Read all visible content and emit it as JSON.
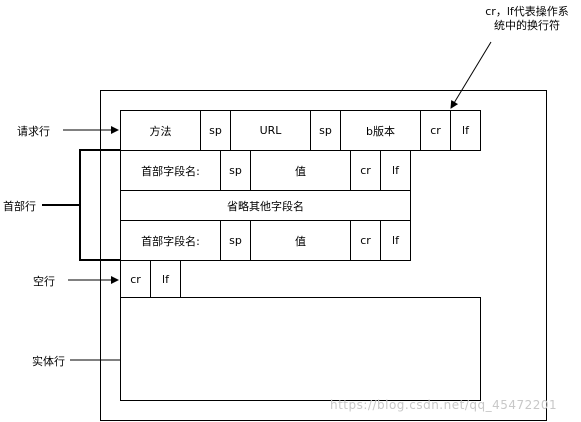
{
  "note": {
    "line1": "cr，lf代表操作系",
    "line2": "统中的换行符"
  },
  "labels": {
    "request_line": "请求行",
    "header_lines": "首部行",
    "blank_line": "空行",
    "body": "实体行"
  },
  "request_row": {
    "method": "方法",
    "sp1": "sp",
    "url": "URL",
    "sp2": "sp",
    "version": "b版本",
    "cr": "cr",
    "lf": "lf"
  },
  "header_row_1": {
    "name": "首部字段名:",
    "sp": "sp",
    "value": "值",
    "cr": "cr",
    "lf": "lf"
  },
  "omitted_row": {
    "text": "省略其他字段名"
  },
  "header_row_2": {
    "name": "首部字段名:",
    "sp": "sp",
    "value": "值",
    "cr": "cr",
    "lf": "lf"
  },
  "blank_row": {
    "cr": "cr",
    "lf": "lf"
  },
  "watermark": "https://blog.csdn.net/qq_45472201"
}
